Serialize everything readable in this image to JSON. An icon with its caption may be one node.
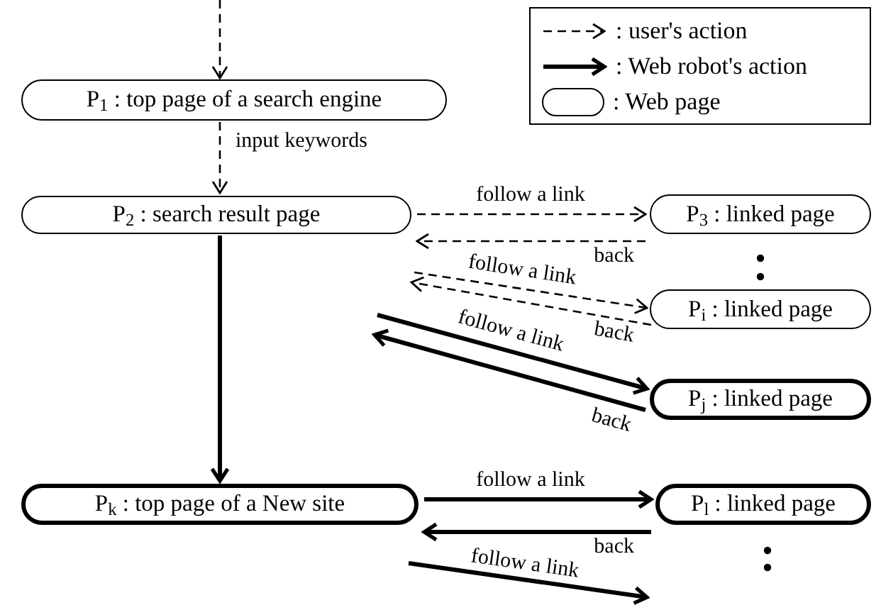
{
  "diagram": {
    "nodes": [
      {
        "text": [
          "P$_{1}$ : top page of a search engine"
        ]
      },
      {
        "text": [
          "P$_{2}$ : search result page"
        ]
      },
      {
        "text": [
          "P$_{3}$ : linked page"
        ]
      },
      {
        "text": [
          "P$_{i}$ : linked page"
        ]
      },
      {
        "text": [
          "P$_{j}$ : linked page"
        ]
      },
      {
        "text": [
          "P$_{k}$ : top page of a New site"
        ]
      },
      {
        "text": [
          "P$_{l}$ : linked page"
        ]
      }
    ],
    "edges": [
      {
        "from": null,
        "to": 0,
        "arrow": "to",
        "style": "dashed"
      },
      {
        "from": 0,
        "to": 1,
        "arrow": "to",
        "style": "dashed",
        "label": "input keywords"
      },
      {
        "from": 1,
        "to": 2,
        "arrow": "to",
        "style": "dashed",
        "label": "follow a link"
      },
      {
        "from": 2,
        "to": 1,
        "arrow": "to",
        "style": "dashed",
        "label": "back"
      },
      {
        "from": 1,
        "to": 3,
        "arrow": "to",
        "style": "dashed",
        "label": "follow a link"
      },
      {
        "from": 3,
        "to": 1,
        "arrow": "to",
        "style": "dashed",
        "label": "back"
      },
      {
        "from": 1,
        "to": 4,
        "arrow": "to",
        "style": "thick",
        "label": "follow a link"
      },
      {
        "from": 4,
        "to": 1,
        "arrow": "to",
        "style": "thick",
        "label": "back"
      },
      {
        "from": 1,
        "to": 5,
        "arrow": "to",
        "style": "thick"
      },
      {
        "from": 5,
        "to": 6,
        "arrow": "to",
        "style": "thick",
        "label": "follow a link"
      },
      {
        "from": 6,
        "to": 5,
        "arrow": "to",
        "style": "thick",
        "label": "back"
      },
      {
        "from": 5,
        "to": null,
        "arrow": "to",
        "style": "thick",
        "label": "follow a link"
      }
    ],
    "legend": [
      {
        "text": ": user's action"
      },
      {
        "text": ": Web robot's action"
      },
      {
        "text": ": Web page"
      }
    ]
  }
}
